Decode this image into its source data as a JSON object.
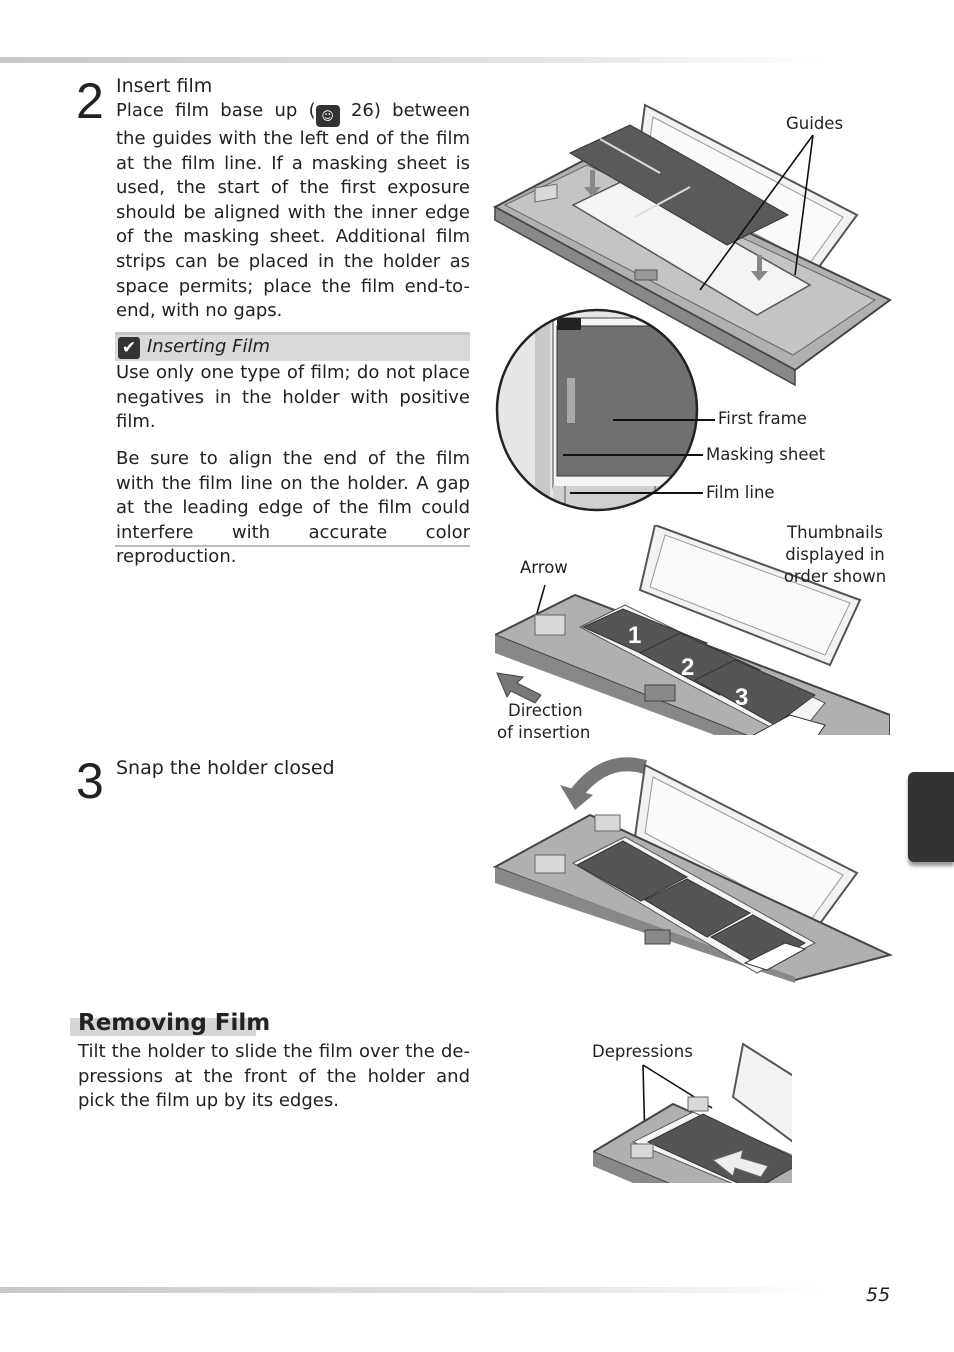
{
  "step2": {
    "number": "2",
    "title": "Insert film",
    "body_before_icon": "Place film base up (",
    "body_after_icon": " 26) between the guides with the left end of the film at the film line.  If a masking sheet is used, the start of the first exposure should be aligned with the inner edge of the masking sheet.  Additional film strips can be placed in the holder as space permits; place the film end-to-end, with no gaps."
  },
  "note": {
    "title": "Inserting Film",
    "para1": "Use only one type of film; do not place negatives in the holder with positive film.",
    "para2": "Be sure to align the end of the film with the film line on the holder.  A gap at the leading edge of the film could interfere with accurate color reproduction."
  },
  "step3": {
    "number": "3",
    "title": "Snap the holder closed"
  },
  "removing": {
    "title": "Removing Film",
    "body": "Tilt the holder to slide the film over the de-pressions at the front of the holder and pick the film up by its edges."
  },
  "labels": {
    "guides": "Guides",
    "first_frame": "First frame",
    "masking_sheet": "Masking sheet",
    "film_line": "Film line",
    "arrow": "Arrow",
    "thumbnails_1": "Thumbnails",
    "thumbnails_2": "displayed in",
    "thumbnails_3": "order shown",
    "direction_1": "Direction",
    "direction_2": "of insertion",
    "depressions": "Depressions",
    "frame_1": "1",
    "frame_2": "2",
    "frame_3": "3"
  },
  "page_number": "55"
}
